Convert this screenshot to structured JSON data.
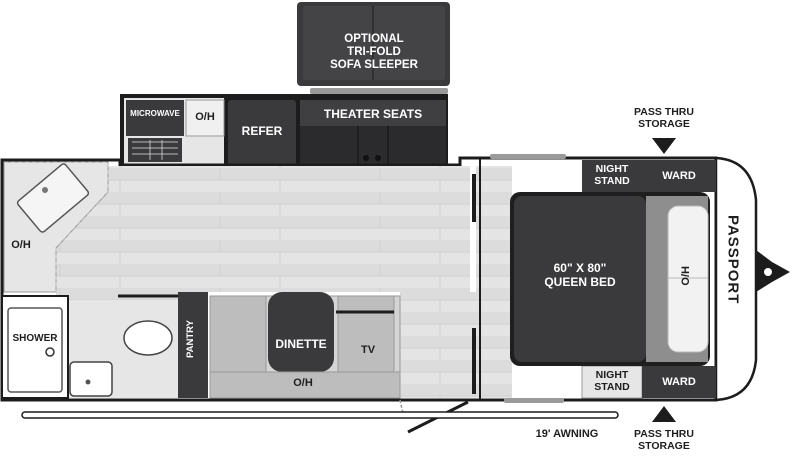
{
  "labels": {
    "sofa": "OPTIONAL\nTRI-FOLD\nSOFA SLEEPER",
    "microwave": "MICROWAVE",
    "oh_kitchen": "O/H",
    "refer": "REFER",
    "theater_seats": "THEATER SEATS",
    "pass_thru_top": "PASS THRU\nSTORAGE",
    "night_stand_top": "NIGHT\nSTAND",
    "ward_top": "WARD",
    "oh_left": "O/H",
    "queen_bed": "60\" X 80\"\nQUEEN BED",
    "oh_bed": "O/H",
    "brand": "PASSPORT",
    "shower": "SHOWER",
    "pantry": "PANTRY",
    "dinette": "DINETTE",
    "tv": "TV",
    "oh_dinette": "O/H",
    "night_stand_bottom": "NIGHT\nSTAND",
    "ward_bottom": "WARD",
    "awning": "19' AWNING",
    "pass_thru_bottom": "PASS THRU\nSTORAGE"
  },
  "colors": {
    "dark": "#3a3a3c",
    "darker": "#2b2b2d",
    "floor": "#e6e6e6",
    "mid": "#8e8e8e",
    "light": "#bdbdbd",
    "wall": "#1c1c1c"
  }
}
